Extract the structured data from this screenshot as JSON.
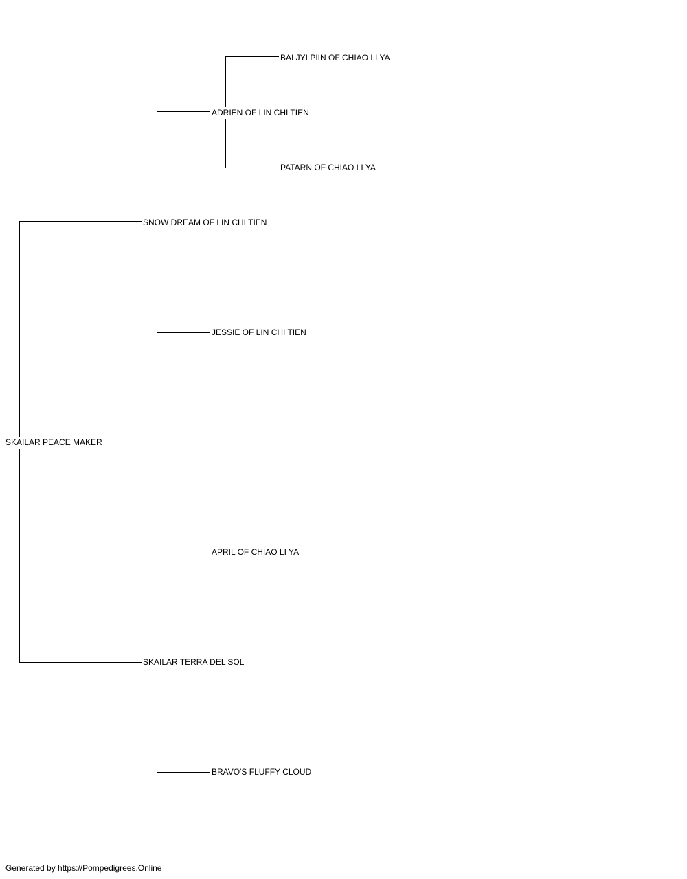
{
  "pedigree": {
    "subject": "SKAILAR PEACE MAKER",
    "sire": "SNOW DREAM OF LIN CHI TIEN",
    "dam": "SKAILAR TERRA DEL SOL",
    "sire_sire": "ADRIEN OF LIN CHI TIEN",
    "sire_dam": "JESSIE OF LIN CHI TIEN",
    "dam_sire": "APRIL OF CHIAO LI YA",
    "dam_dam": "BRAVO'S FLUFFY CLOUD",
    "sire_sire_sire": "BAI JYI PIIN OF CHIAO LI YA",
    "sire_sire_dam": "PATARN OF CHIAO LI YA"
  },
  "footer": {
    "text": "Generated by https://Pompedigrees.Online"
  }
}
